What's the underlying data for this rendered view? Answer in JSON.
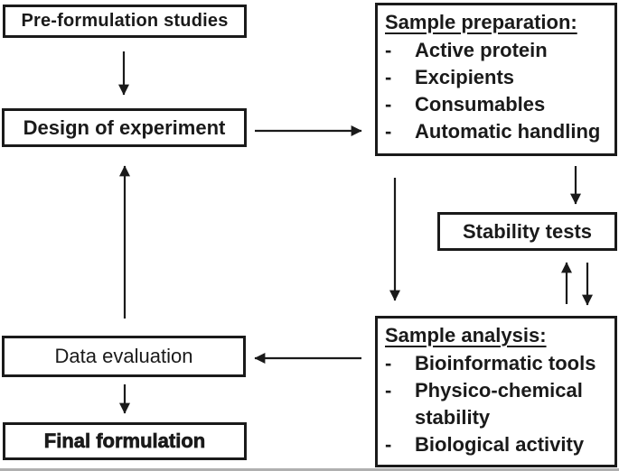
{
  "diagram": {
    "title": "Formulation workflow flowchart",
    "bullet": "-",
    "colors": {
      "line": "#1a1a1a",
      "border": "#1a1a1a",
      "background": "#ffffff",
      "bottom_rule": "#b0b0b0"
    },
    "boxes": {
      "pre_formulation": {
        "label": "Pre-formulation studies"
      },
      "design": {
        "label": "Design of experiment"
      },
      "sample_preparation": {
        "heading": "Sample preparation:",
        "items": [
          "Active protein",
          "Excipients",
          "Consumables",
          "Automatic handling"
        ]
      },
      "stability": {
        "label": "Stability tests"
      },
      "sample_analysis": {
        "heading": "Sample analysis:",
        "items": [
          "Bioinformatic tools",
          "Physico-chemical stability",
          "Biological activity"
        ]
      },
      "data_evaluation": {
        "label": "Data evaluation"
      },
      "final_formulation": {
        "label": "Final formulation"
      }
    }
  }
}
